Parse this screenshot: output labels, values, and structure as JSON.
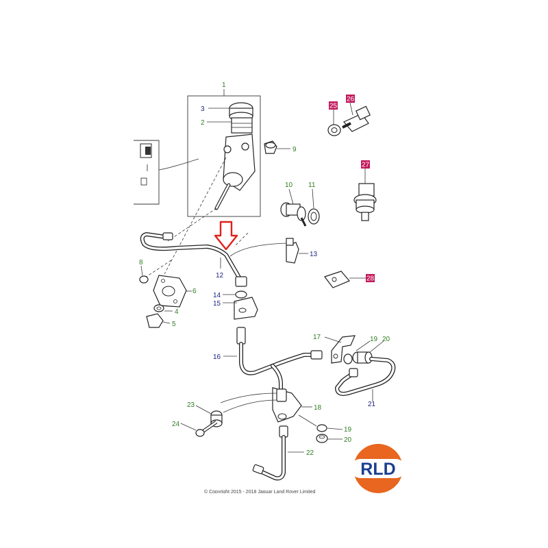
{
  "diagram": {
    "copyright": "© Copyright 2015 - 2018 Jaguar Land Rover Limited",
    "colors": {
      "green_label": "#2e7d1f",
      "blue_label": "#1a237e",
      "badge_fill": "#c2185b",
      "arrow": "#e0201b",
      "logo_orange": "#e8661f",
      "logo_blue": "#1c3f8f"
    },
    "callouts": [
      {
        "num": "1",
        "style": "green"
      },
      {
        "num": "2",
        "style": "green"
      },
      {
        "num": "3",
        "style": "blue"
      },
      {
        "num": "4",
        "style": "green"
      },
      {
        "num": "5",
        "style": "green"
      },
      {
        "num": "6",
        "style": "green"
      },
      {
        "num": "8",
        "style": "green"
      },
      {
        "num": "9",
        "style": "green"
      },
      {
        "num": "10",
        "style": "green"
      },
      {
        "num": "11",
        "style": "green"
      },
      {
        "num": "12",
        "style": "blue"
      },
      {
        "num": "13",
        "style": "blue"
      },
      {
        "num": "14",
        "style": "blue"
      },
      {
        "num": "15",
        "style": "blue"
      },
      {
        "num": "16",
        "style": "blue"
      },
      {
        "num": "17",
        "style": "green"
      },
      {
        "num": "18",
        "style": "green"
      },
      {
        "num": "19",
        "style": "green"
      },
      {
        "num": "20",
        "style": "green"
      },
      {
        "num": "21",
        "style": "blue"
      },
      {
        "num": "22",
        "style": "green"
      },
      {
        "num": "23",
        "style": "green"
      },
      {
        "num": "24",
        "style": "green"
      },
      {
        "num": "19",
        "style": "green"
      },
      {
        "num": "20",
        "style": "green"
      }
    ],
    "badges": [
      {
        "num": "25"
      },
      {
        "num": "26"
      },
      {
        "num": "27"
      },
      {
        "num": "28"
      }
    ]
  },
  "logo": {
    "text": "RLD"
  }
}
